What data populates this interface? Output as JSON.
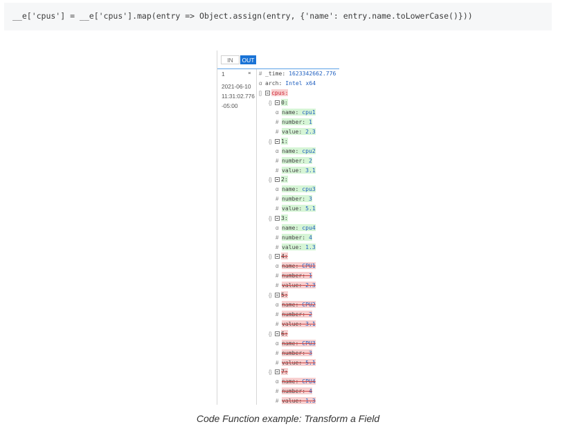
{
  "code": "__e['cpus'] = __e['cpus'].map(entry => Object.assign(entry, {'name': entry.name.toLowerCase()}))",
  "toggle": {
    "in_label": "IN",
    "out_label": "OUT"
  },
  "gutter": {
    "row_number": "1",
    "date": "2021-06-10",
    "time": "11:31:02.776",
    "tz": "-05:00"
  },
  "event": {
    "time_type": "#",
    "time_key": "_time:",
    "time_value": "1623342662.776",
    "arch_type": "α",
    "arch_key": "arch:",
    "arch_value": "Intel x64",
    "cpus_type": "[]",
    "cpus_key": "cpus:"
  },
  "cpus": [
    {
      "index": "0:",
      "name_key": "name:",
      "name": "cpu1",
      "number_key": "number:",
      "number": "1",
      "value_key": "value:",
      "value": "2.3",
      "state": "add"
    },
    {
      "index": "1:",
      "name_key": "name:",
      "name": "cpu2",
      "number_key": "number:",
      "number": "2",
      "value_key": "value:",
      "value": "3.1",
      "state": "add"
    },
    {
      "index": "2:",
      "name_key": "name:",
      "name": "cpu3",
      "number_key": "number:",
      "number": "3",
      "value_key": "value:",
      "value": "5.1",
      "state": "add"
    },
    {
      "index": "3:",
      "name_key": "name:",
      "name": "cpu4",
      "number_key": "number:",
      "number": "4",
      "value_key": "value:",
      "value": "1.3",
      "state": "add"
    },
    {
      "index": "4:",
      "name_key": "name:",
      "name": "CPU1",
      "number_key": "number:",
      "number": "1",
      "value_key": "value:",
      "value": "2.3",
      "state": "del"
    },
    {
      "index": "5:",
      "name_key": "name:",
      "name": "CPU2",
      "number_key": "number:",
      "number": "2",
      "value_key": "value:",
      "value": "3.1",
      "state": "del"
    },
    {
      "index": "6:",
      "name_key": "name:",
      "name": "CPU3",
      "number_key": "number:",
      "number": "3",
      "value_key": "value:",
      "value": "5.1",
      "state": "del"
    },
    {
      "index": "7:",
      "name_key": "name:",
      "name": "CPU4",
      "number_key": "number:",
      "number": "4",
      "value_key": "value:",
      "value": "1.3",
      "state": "del"
    }
  ],
  "types": {
    "object": "{}",
    "string": "α",
    "number": "#"
  },
  "colors": {
    "added_bg": "#d6f5d6",
    "removed_bg": "#f8d0d0",
    "value_blue": "#1f5fbf",
    "toggle_active": "#1a73d6"
  },
  "caption": "Code Function example: Transform a Field"
}
